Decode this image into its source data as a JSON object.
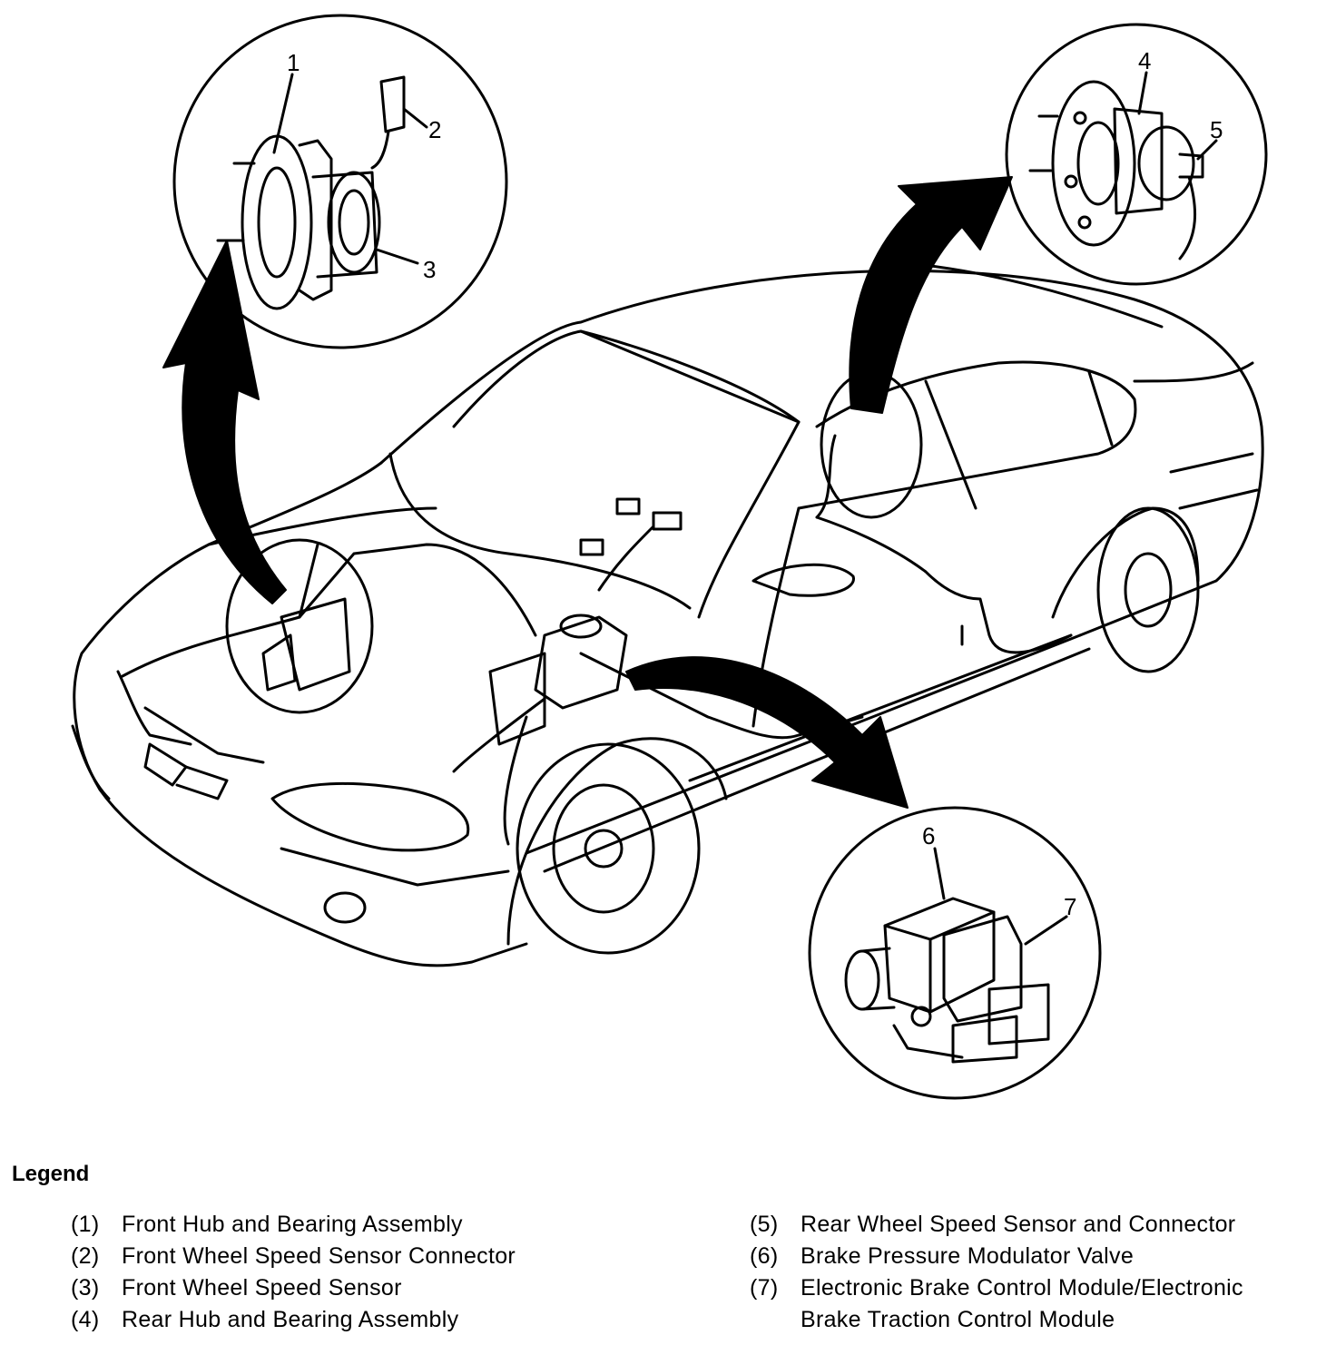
{
  "diagram": {
    "callouts": [
      "1",
      "2",
      "3",
      "4",
      "5",
      "6",
      "7"
    ]
  },
  "legend": {
    "title": "Legend",
    "left_items": [
      {
        "num": "(1)",
        "text": "Front Hub and Bearing Assembly"
      },
      {
        "num": "(2)",
        "text": "Front Wheel Speed Sensor Connector"
      },
      {
        "num": "(3)",
        "text": "Front Wheel Speed Sensor"
      },
      {
        "num": "(4)",
        "text": "Rear Hub and Bearing Assembly"
      }
    ],
    "right_items": [
      {
        "num": "(5)",
        "text": "Rear Wheel Speed Sensor and Connector"
      },
      {
        "num": "(6)",
        "text": "Brake Pressure Modulator Valve"
      },
      {
        "num": "(7)",
        "text": "Electronic Brake Control Module/Electronic\nBrake Traction Control Module"
      }
    ]
  }
}
